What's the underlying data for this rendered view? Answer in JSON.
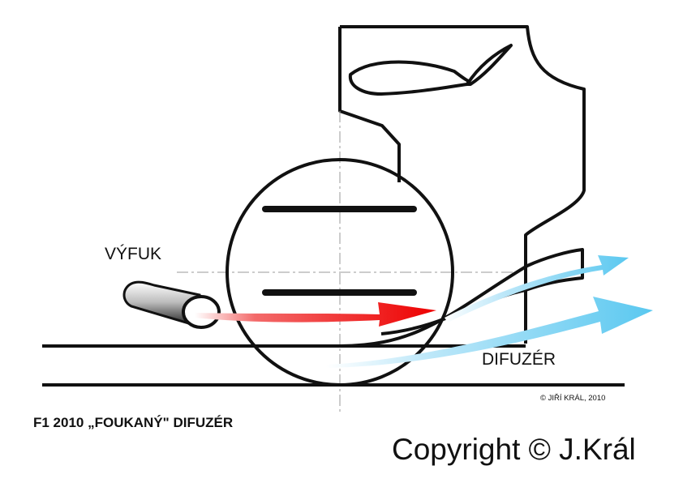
{
  "labels": {
    "exhaust": "VÝFUK",
    "diffuser": "DIFUZÉR",
    "credit": "© JIŘÍ KRÁL, 2010",
    "caption": "F1 2010 „FOUKANÝ\" DIFUZÉR",
    "copyright": "Copyright © J.Král"
  },
  "colors": {
    "outline": "#111111",
    "exhaust_flow": "#ee0000",
    "air_flow": "#5ac8f0",
    "centerline": "#999999"
  }
}
